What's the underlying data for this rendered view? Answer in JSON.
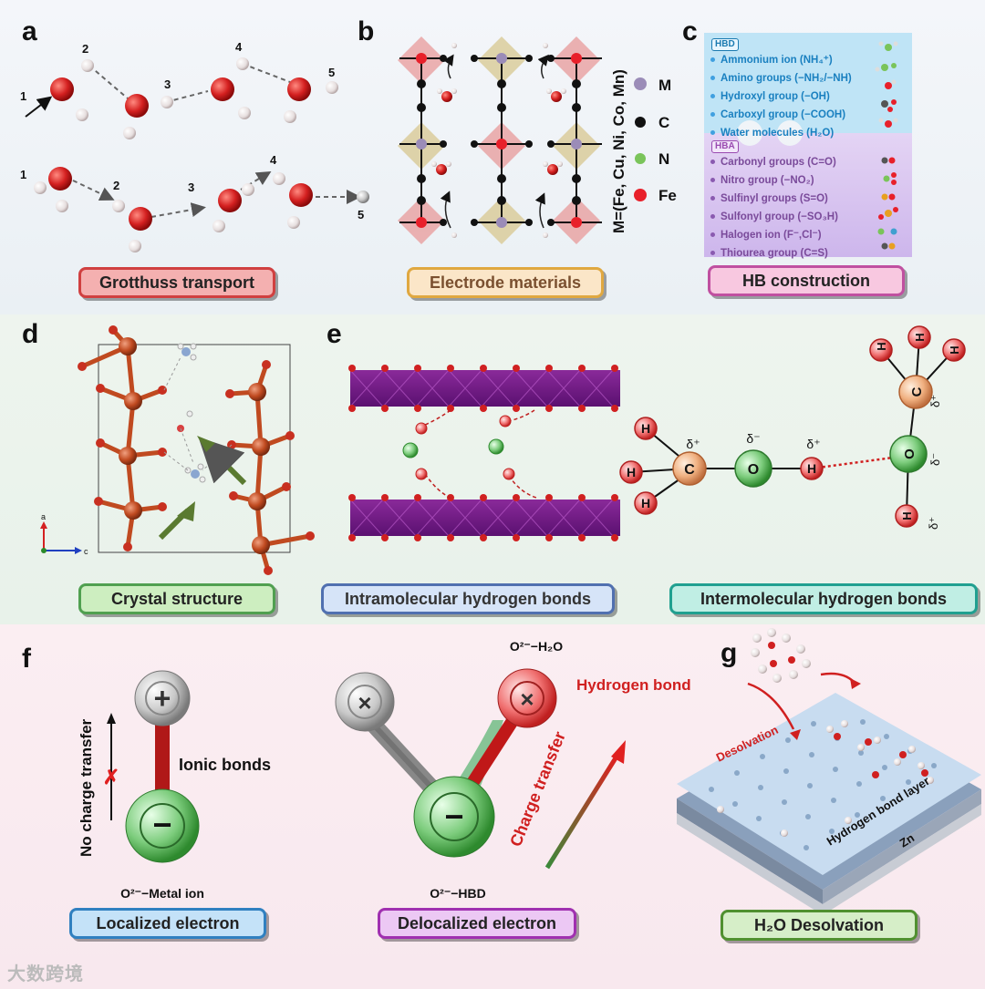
{
  "panels": {
    "a": {
      "letter": "a",
      "numbers_top": [
        "1",
        "2",
        "3",
        "4",
        "5"
      ],
      "numbers_bottom": [
        "1",
        "2",
        "3",
        "4",
        "5"
      ],
      "badge": "Grotthuss transport",
      "badge_color": "#e06060"
    },
    "b": {
      "letter": "b",
      "formula": "M=(Fe, Cu, Ni, Co, Mn)",
      "legend": [
        {
          "label": "M",
          "color": "#9b8cb8"
        },
        {
          "label": "C",
          "color": "#111111"
        },
        {
          "label": "N",
          "color": "#7ac45a"
        },
        {
          "label": "Fe",
          "color": "#e8202a"
        }
      ],
      "badge": "Electrode materials",
      "badge_color": "#e8c070"
    },
    "c": {
      "letter": "c",
      "hbd_tag": "HBD",
      "hbd_items": [
        "Ammonium ion (NH₄⁺)",
        "Amino groups (−NH₂/−NH)",
        "Hydroxyl group (−OH)",
        "Carboxyl group (−COOH)",
        "Water molecules (H₂O)"
      ],
      "hba_tag": "HBA",
      "hba_items": [
        "Carbonyl groups (C=O)",
        "Nitro group (−NO₂)",
        "Sulfinyl groups (S=O)",
        "Sulfonyl group (−SO₃H)",
        "Halogen ion (F⁻,Cl⁻)",
        "Thiourea group (C=S)"
      ],
      "badge": "HB construction",
      "badge_color": "#e070b0"
    },
    "d": {
      "letter": "d",
      "axis_a": "a",
      "axis_c": "c",
      "badge": "Crystal structure",
      "badge_color": "#60b060"
    },
    "e": {
      "letter": "e",
      "methyl_labels": [
        "H",
        "H",
        "H",
        "C",
        "O",
        "H"
      ],
      "delta_labels": [
        "δ⁺",
        "δ⁻",
        "δ⁺"
      ],
      "methanol_labels": [
        "H",
        "H",
        "H",
        "C",
        "O",
        "H"
      ],
      "methanol_deltas": [
        "δ⁺",
        "δ⁻",
        "δ⁺"
      ],
      "badge_left": "Intramolecular hydrogen bonds",
      "badge_left_color": "#6080c0",
      "badge_right": "Intermolecular hydrogen bonds",
      "badge_right_color": "#30b0a0"
    },
    "f": {
      "letter": "f",
      "plus_symbol": "+",
      "minus_symbol": "−",
      "ionic_label": "Ionic bonds",
      "no_charge": "No charge transfer",
      "o_metal": "O²⁻−Metal ion",
      "o_h2o": "O²⁻−H₂O",
      "hydrogen_bond": "Hydrogen bond",
      "charge_transfer": "Charge transfer",
      "o_hbd": "O²⁻−HBD",
      "badge_left": "Localized electron",
      "badge_left_color": "#4090d0",
      "badge_right": "Delocalized electron",
      "badge_right_color": "#b040c0"
    },
    "g": {
      "letter": "g",
      "desolvation": "Desolvation",
      "hb_layer": "Hydrogen bond layer",
      "zn": "Zn",
      "badge": "H₂O Desolvation",
      "badge_color": "#60a040"
    }
  },
  "watermark": "大数跨境"
}
